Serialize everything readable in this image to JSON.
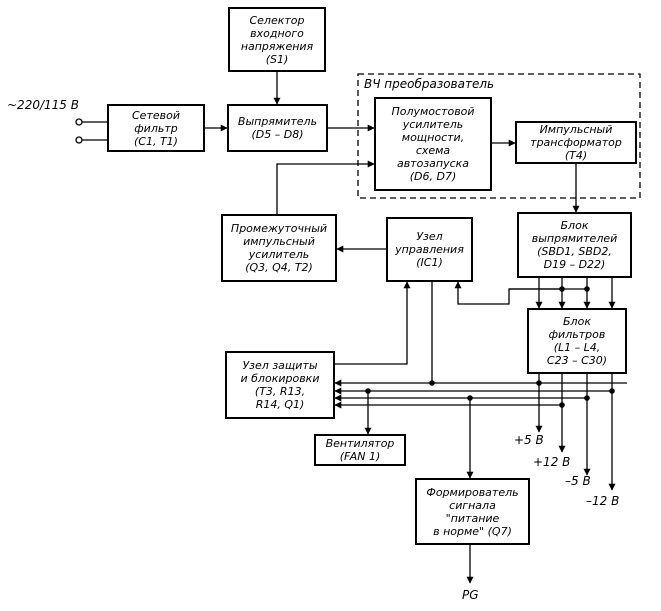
{
  "blocks": {
    "selector": "Селектор\nвходного\nнапряжения\n(S1)",
    "filter": "Сетевой\nфильтр\n(C1, T1)",
    "rectifier": "Выпрямитель\n(D5 – D8)",
    "rf_title": "ВЧ преобразователь",
    "halfbridge": "Полумостовой\nусилитель\nмощности,\nсхема\nавтозапуска\n(D6, D7)",
    "transformer": "Импульсный\nтрансформатор\n(T4)",
    "intermediate": "Промежуточный\nимпульсный\nусилитель\n(Q3, Q4, T2)",
    "control": "Узел\nуправления\n(IC1)",
    "rectblock": "Блок\nвыпрямителей\n(SBD1, SBD2,\nD19 – D22)",
    "filterblock": "Блок\nфильтров\n(L1 – L4,\nC23 – C30)",
    "protection": "Узел защиты\nи блокировки\n(T3, R13,\nR14, Q1)",
    "fan": "Вентилятор\n(FAN 1)",
    "pg_former": "Формирователь\nсигнала\n\"питание\nв норме\" (Q7)"
  },
  "labels": {
    "mains": "~220/115 В",
    "plus5": "+5 В",
    "plus12": "+12 В",
    "minus5": "–5 В",
    "minus12": "–12 В",
    "pg": "PG"
  }
}
